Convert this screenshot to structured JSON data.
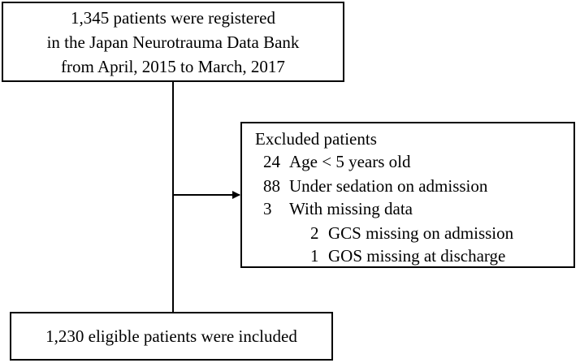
{
  "registered_box": {
    "lines": [
      "1,345 patients were registered",
      "in the Japan Neurotrauma Data Bank",
      "from April, 2015 to March, 2017"
    ]
  },
  "excluded_box": {
    "title": "Excluded patients",
    "items": [
      {
        "count": "24",
        "label": "Age < 5 years old"
      },
      {
        "count": "88",
        "label": "Under sedation on admission"
      },
      {
        "count": "3",
        "label": "With missing data"
      }
    ],
    "sub_items": [
      {
        "count": "2",
        "label": "GCS missing on admission"
      },
      {
        "count": "1",
        "label": "GOS missing at discharge"
      }
    ]
  },
  "included_box": {
    "text": "1,230 eligible patients were included"
  }
}
